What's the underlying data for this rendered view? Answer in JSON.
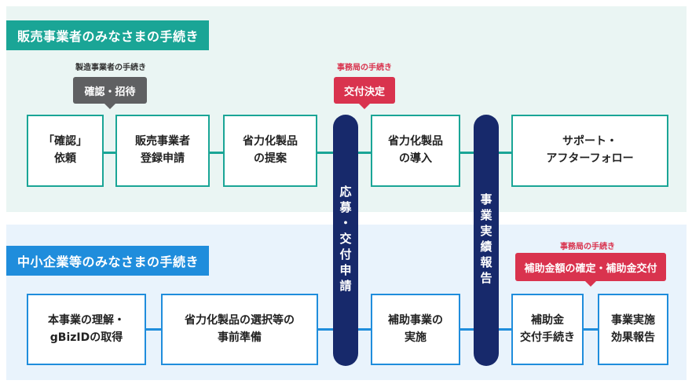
{
  "sections": {
    "top_title": "販売事業者のみなさまの手続き",
    "bottom_title": "中小企業等のみなさまの手続き"
  },
  "top_flow": {
    "boxes": [
      "「確認」\n依頼",
      "販売事業者\n登録申請",
      "省力化製品\nの提案",
      "省力化製品\nの導入",
      "サポート・\nアフターフォロー"
    ]
  },
  "bottom_flow": {
    "boxes": [
      "本事業の理解・\ngBizIDの取得",
      "省力化製品の選択等の\n事前準備",
      "補助事業の\n実施",
      "補助金\n交付手続き",
      "事業実施\n効果報告"
    ]
  },
  "pillars": {
    "apply": "応募・交付申請",
    "report": "事業実績報告"
  },
  "notes": {
    "manufacturer": "製造事業者の手続き",
    "secretariat_1": "事務局の手続き",
    "secretariat_2": "事務局の手続き"
  },
  "tags": {
    "confirm_invite": "確認・招待",
    "grant_decision": "交付決定",
    "subsidy_confirm": "補助金額の確定・補助金交付"
  },
  "colors": {
    "teal": "#1aa596",
    "blue": "#1f8ddc",
    "navy": "#17296b",
    "red": "#d9334e",
    "gray": "#5f6062"
  }
}
